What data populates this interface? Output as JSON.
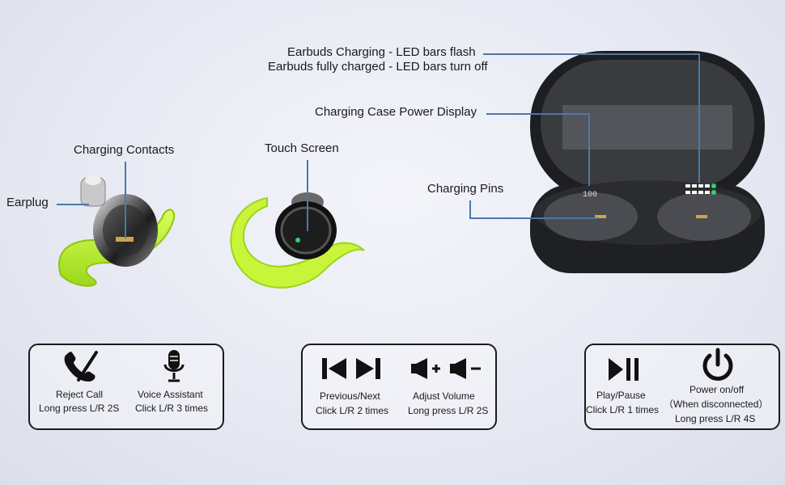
{
  "callouts": {
    "earplug": "Earplug",
    "charging_contacts": "Charging Contacts",
    "touch_screen": "Touch Screen",
    "led_flash": "Earbuds Charging - LED bars flash",
    "led_off": "Earbuds fully charged - LED bars turn off",
    "case_power_display": "Charging Case Power Display",
    "charging_pins": "Charging Pins"
  },
  "controls": {
    "reject_call": {
      "title": "Reject Call",
      "action": "Long press L/R 2S"
    },
    "voice_assistant": {
      "title": "Voice Assistant",
      "action": "Click L/R 3 times"
    },
    "prev_next": {
      "title": "Previous/Next",
      "action": "Click L/R 2 times"
    },
    "adjust_volume": {
      "title": "Adjust Volume",
      "action": "Long press L/R 2S"
    },
    "play_pause": {
      "title": "Play/Pause",
      "action": "Click L/R 1 times"
    },
    "power": {
      "title": "Power on/off",
      "condition": "（When disconnected）",
      "action": "Long press L/R 4S"
    }
  },
  "icons": [
    "reject-call-icon",
    "microphone-icon",
    "previous-icon",
    "next-icon",
    "volume-up-icon",
    "volume-down-icon",
    "play-pause-icon",
    "power-icon"
  ],
  "colors": {
    "accent_green": "#b8f02a",
    "line_blue": "#4a78a8",
    "case_black": "#1e1f22"
  }
}
